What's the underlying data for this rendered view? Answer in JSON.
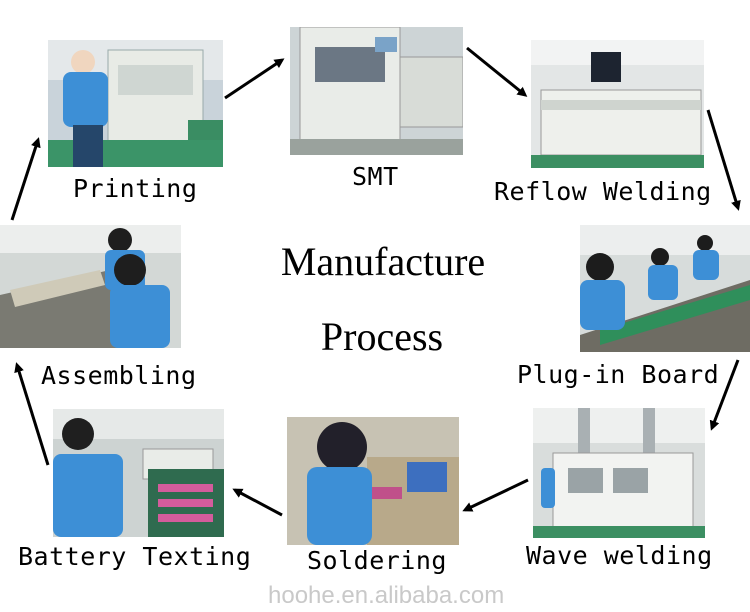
{
  "title_line1": "Manufacture",
  "title_line2": "Process",
  "steps": [
    {
      "label": "Printing"
    },
    {
      "label": "SMT"
    },
    {
      "label": "Reflow Welding"
    },
    {
      "label": "Plug-in Board"
    },
    {
      "label": "Wave welding"
    },
    {
      "label": "Soldering"
    },
    {
      "label": "Battery Texting"
    },
    {
      "label": "Assembling"
    }
  ],
  "watermark": "hoohe.en.alibaba.com",
  "colors": {
    "worker_shirt": "#3d8fd6",
    "floor_green": "#2f8f5b",
    "machine_white": "#e9ece8",
    "arrow": "#000000"
  }
}
